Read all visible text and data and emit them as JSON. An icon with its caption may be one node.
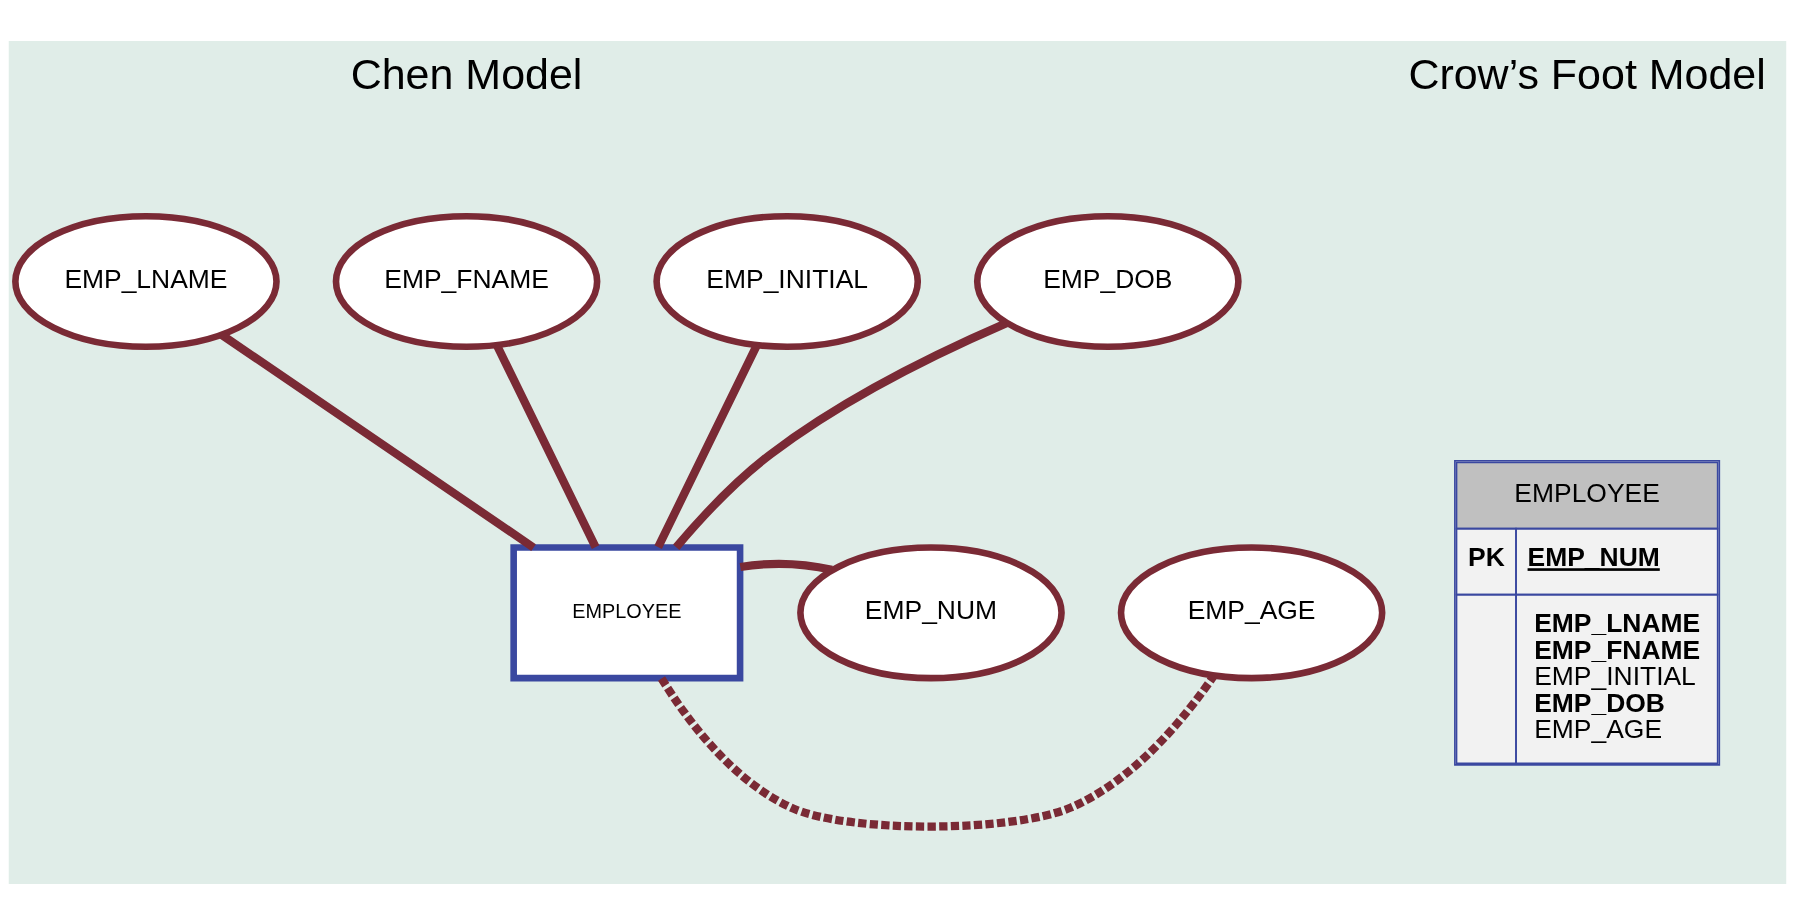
{
  "diagram": {
    "nodes": [
      {
        "text": [
          "EMP_LNAME"
        ]
      },
      {
        "text": [
          "EMP_FNAME"
        ]
      },
      {
        "text": [
          "EMP_INITIAL"
        ]
      },
      {
        "text": [
          "EMP_DOB"
        ]
      },
      {
        "text": [
          "EMP_NUM"
        ]
      },
      {
        "text": [
          "EMPLOYEE"
        ]
      },
      {
        "text": [
          "EMP_AGE"
        ]
      },
      {
        "text": [
          "EMPLOYEE",
          "PK",
          "EMP_NUM",
          "EMP_LNAME",
          "EMP_FNAME",
          "EMP_INITIAL",
          "EMP_DOB",
          "EMP_AGE"
        ]
      }
    ],
    "edges": [
      {
        "from": 5,
        "to": 0,
        "arrow": "none"
      },
      {
        "from": 5,
        "to": 1,
        "arrow": "none"
      },
      {
        "from": 5,
        "to": 2,
        "arrow": "none"
      },
      {
        "from": 5,
        "to": 3,
        "arrow": "none"
      },
      {
        "from": 5,
        "to": 4,
        "arrow": "none"
      },
      {
        "from": 5,
        "to": 6,
        "arrow": "none",
        "style": "dashed"
      }
    ],
    "labels": [
      "Chen Model",
      "Crow’s Foot Model"
    ]
  }
}
